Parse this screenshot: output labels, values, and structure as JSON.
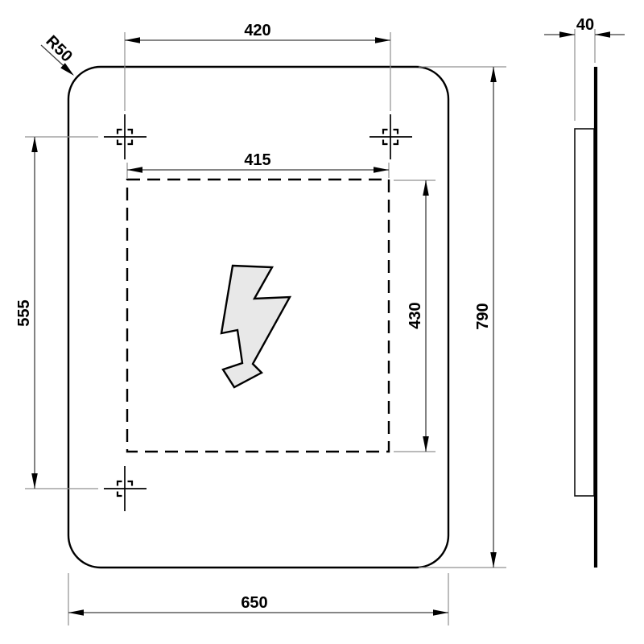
{
  "drawing": {
    "front_view": {
      "dimensions": {
        "hole_spacing_width": "420",
        "cutout_width": "415",
        "hole_spacing_height": "555",
        "cutout_height": "430",
        "overall_height": "790",
        "overall_width": "650",
        "corner_radius": "R50"
      },
      "symbol": "lightning-bolt-arrow",
      "mounting_hole_count": "3"
    },
    "side_view": {
      "dimensions": {
        "depth": "40"
      }
    },
    "colors": {
      "background": "#ffffff",
      "outline": "#000000",
      "dimension_line": "#3f3f3f",
      "extension_line": "#909090",
      "label_text": "#000000",
      "bolt_fill": "#e8e8e8"
    }
  }
}
